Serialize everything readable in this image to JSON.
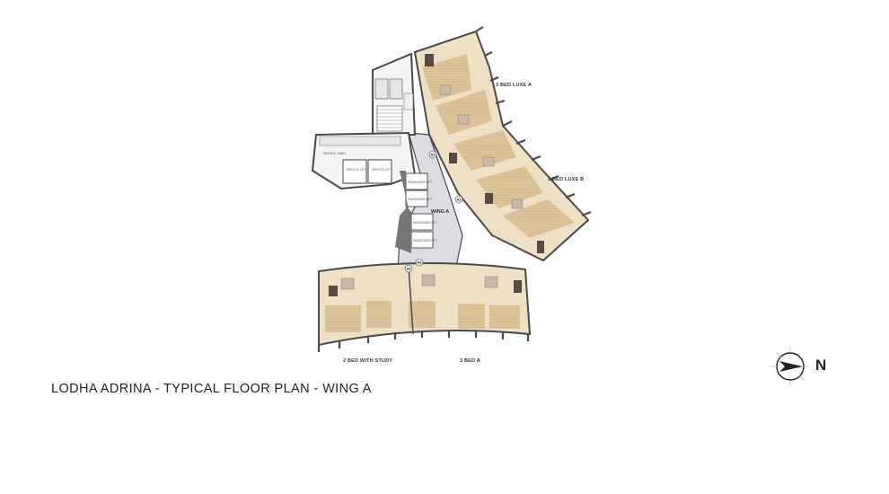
{
  "title": "LODHA ADRINA - TYPICAL FLOOR PLAN - WING A",
  "wing_label": "WING A",
  "units": {
    "luxe_a": "3 BED LUXE A",
    "luxe_b": "3 BED LUXE B",
    "two_bed_study": "2 BED WITH STUDY",
    "three_bed_a": "3 BED A"
  },
  "core": {
    "service_lobby": "SERVICE LOBBY",
    "service_lift_1": "SERVICE LIFT",
    "service_lift_2": "SERVICE LIFT",
    "passenger_lift_1": "PASSENGER LIFT",
    "passenger_lift_2": "PASSENGER LIFT",
    "passenger_lift_3": "PASSENGER LIFT",
    "passenger_lift_4": "PASSENGER LIFT"
  },
  "flat_markers": [
    "A1",
    "A2",
    "A3",
    "A4"
  ],
  "compass": {
    "letter": "N"
  },
  "colors": {
    "wall": "#4a4a4a",
    "floor": "#f0e2c6",
    "wood": "#dcc39a",
    "wet": "#c9b7a8",
    "lobby": "#d9d9df",
    "dark": "#5a4a44"
  }
}
